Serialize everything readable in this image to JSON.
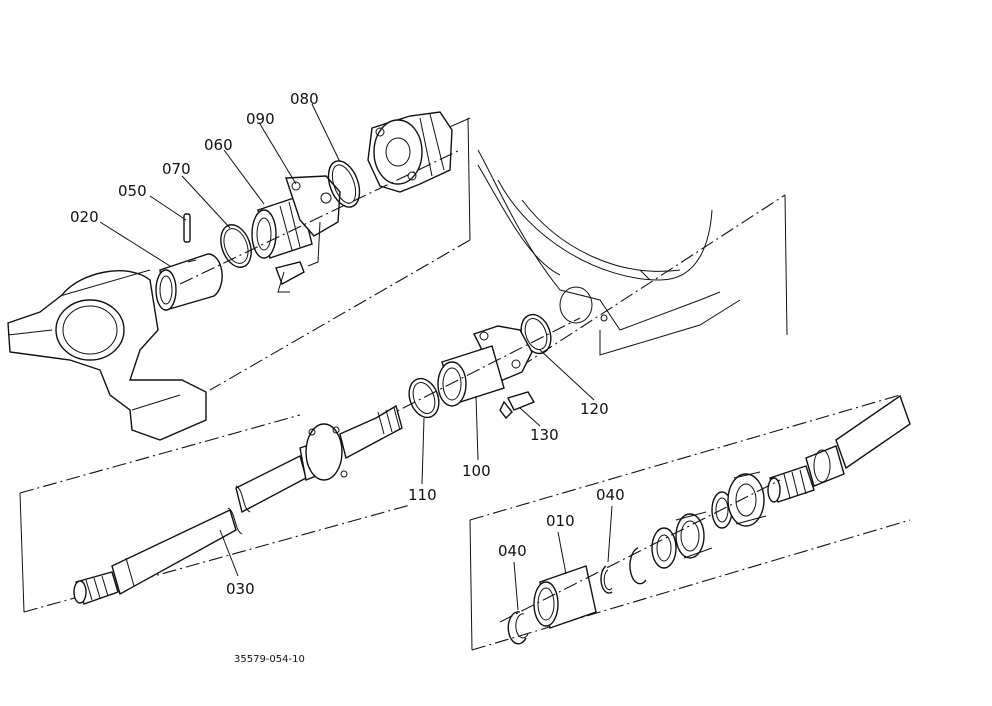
{
  "labels": {
    "p020": "020",
    "p050": "050",
    "p070": "070",
    "p060": "060",
    "p090": "090",
    "p080": "080",
    "p120": "120",
    "p130": "130",
    "p100": "100",
    "p110": "110",
    "p030": "030",
    "p040a": "040",
    "p010": "010",
    "p040b": "040"
  },
  "figure_code": "35579-054-10"
}
